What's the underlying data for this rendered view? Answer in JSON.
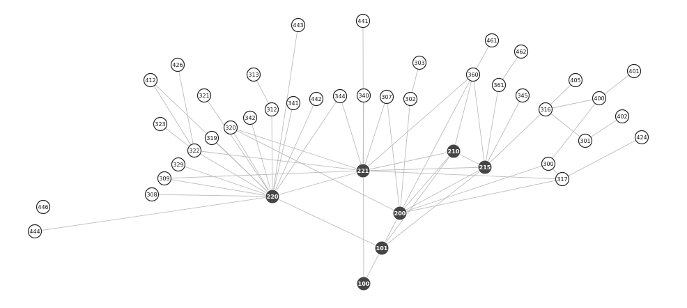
{
  "graph": {
    "colors": {
      "hub_fill": "#454545",
      "leaf_fill": "#ffffff",
      "leaf_stroke": "#222222",
      "edge": "#bdbdbd"
    },
    "nodes": [
      {
        "id": "100",
        "type": "hub"
      },
      {
        "id": "101",
        "type": "hub"
      },
      {
        "id": "200",
        "type": "hub"
      },
      {
        "id": "210",
        "type": "hub"
      },
      {
        "id": "215",
        "type": "hub"
      },
      {
        "id": "220",
        "type": "hub"
      },
      {
        "id": "221",
        "type": "hub"
      },
      {
        "id": "300",
        "type": "leaf"
      },
      {
        "id": "301",
        "type": "leaf"
      },
      {
        "id": "302",
        "type": "leaf"
      },
      {
        "id": "303",
        "type": "leaf"
      },
      {
        "id": "307",
        "type": "leaf"
      },
      {
        "id": "308",
        "type": "leaf"
      },
      {
        "id": "309",
        "type": "leaf"
      },
      {
        "id": "312",
        "type": "leaf"
      },
      {
        "id": "313",
        "type": "leaf"
      },
      {
        "id": "316",
        "type": "leaf"
      },
      {
        "id": "317",
        "type": "leaf"
      },
      {
        "id": "319",
        "type": "leaf"
      },
      {
        "id": "320",
        "type": "leaf"
      },
      {
        "id": "321",
        "type": "leaf"
      },
      {
        "id": "322",
        "type": "leaf"
      },
      {
        "id": "323",
        "type": "leaf"
      },
      {
        "id": "329",
        "type": "leaf"
      },
      {
        "id": "340",
        "type": "leaf"
      },
      {
        "id": "341",
        "type": "leaf"
      },
      {
        "id": "342",
        "type": "leaf"
      },
      {
        "id": "344",
        "type": "leaf"
      },
      {
        "id": "345",
        "type": "leaf"
      },
      {
        "id": "360",
        "type": "leaf"
      },
      {
        "id": "361",
        "type": "leaf"
      },
      {
        "id": "400",
        "type": "leaf"
      },
      {
        "id": "401",
        "type": "leaf"
      },
      {
        "id": "402",
        "type": "leaf"
      },
      {
        "id": "405",
        "type": "leaf"
      },
      {
        "id": "412",
        "type": "leaf"
      },
      {
        "id": "424",
        "type": "leaf"
      },
      {
        "id": "426",
        "type": "leaf"
      },
      {
        "id": "441",
        "type": "leaf"
      },
      {
        "id": "442",
        "type": "leaf"
      },
      {
        "id": "443",
        "type": "leaf"
      },
      {
        "id": "444",
        "type": "leaf"
      },
      {
        "id": "446",
        "type": "leaf"
      },
      {
        "id": "461",
        "type": "leaf"
      },
      {
        "id": "462",
        "type": "leaf"
      }
    ],
    "edges": [
      [
        "100",
        "101"
      ],
      [
        "100",
        "441"
      ],
      [
        "101",
        "220"
      ],
      [
        "101",
        "200"
      ],
      [
        "101",
        "215"
      ],
      [
        "101",
        "210"
      ],
      [
        "200",
        "210"
      ],
      [
        "200",
        "215"
      ],
      [
        "200",
        "360"
      ],
      [
        "200",
        "302"
      ],
      [
        "200",
        "307"
      ],
      [
        "200",
        "320"
      ],
      [
        "200",
        "317"
      ],
      [
        "215",
        "210"
      ],
      [
        "215",
        "360"
      ],
      [
        "215",
        "361"
      ],
      [
        "215",
        "345"
      ],
      [
        "215",
        "316"
      ],
      [
        "215",
        "221"
      ],
      [
        "210",
        "360"
      ],
      [
        "221",
        "360"
      ],
      [
        "221",
        "307"
      ],
      [
        "221",
        "344"
      ],
      [
        "221",
        "340"
      ],
      [
        "221",
        "210"
      ],
      [
        "221",
        "320"
      ],
      [
        "221",
        "322"
      ],
      [
        "221",
        "309"
      ],
      [
        "221",
        "220"
      ],
      [
        "221",
        "317"
      ],
      [
        "220",
        "443"
      ],
      [
        "220",
        "341"
      ],
      [
        "220",
        "342"
      ],
      [
        "220",
        "312"
      ],
      [
        "220",
        "344"
      ],
      [
        "220",
        "442"
      ],
      [
        "220",
        "320"
      ],
      [
        "220",
        "321"
      ],
      [
        "220",
        "319"
      ],
      [
        "220",
        "322"
      ],
      [
        "220",
        "329"
      ],
      [
        "220",
        "309"
      ],
      [
        "220",
        "308"
      ],
      [
        "220",
        "444"
      ],
      [
        "220",
        "412"
      ],
      [
        "312",
        "313"
      ],
      [
        "322",
        "426"
      ],
      [
        "322",
        "412"
      ],
      [
        "322",
        "323"
      ],
      [
        "361",
        "462"
      ],
      [
        "360",
        "461"
      ],
      [
        "302",
        "303"
      ],
      [
        "316",
        "405"
      ],
      [
        "316",
        "400"
      ],
      [
        "316",
        "301"
      ],
      [
        "400",
        "401"
      ],
      [
        "400",
        "300"
      ],
      [
        "301",
        "402"
      ],
      [
        "300",
        "200"
      ],
      [
        "317",
        "424"
      ],
      [
        "300",
        "317"
      ]
    ]
  }
}
